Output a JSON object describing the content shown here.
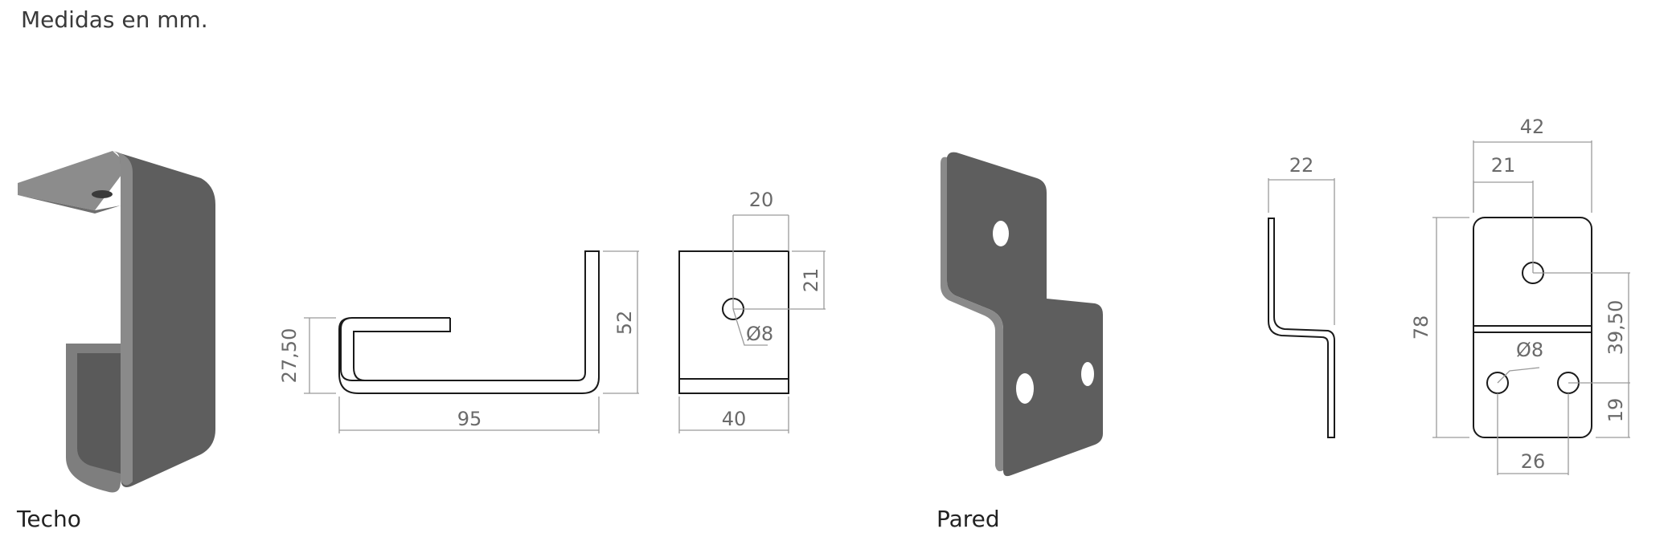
{
  "note": "Medidas en mm.",
  "captions": {
    "techo": "Techo",
    "pared": "Pared"
  },
  "colors": {
    "metal": "#5e5e5e",
    "metal_light": "#8c8c8c",
    "line": "#1a1a1a",
    "dimension": "#9a9a9a"
  },
  "techo": {
    "side_view": {
      "width": "95",
      "height_left": "27,50",
      "height_right": "52"
    },
    "front_view": {
      "width": "40",
      "hole_offset_x": "20",
      "hole_offset_y": "21",
      "hole_diameter": "Ø8"
    }
  },
  "pared": {
    "side_view": {
      "depth": "22"
    },
    "front_view": {
      "width": "42",
      "hole_top_x": "21",
      "height": "78",
      "hole_diameter": "Ø8",
      "hole_top_y": "39,50",
      "hole_bottom_y": "19",
      "hole_spacing": "26"
    }
  }
}
